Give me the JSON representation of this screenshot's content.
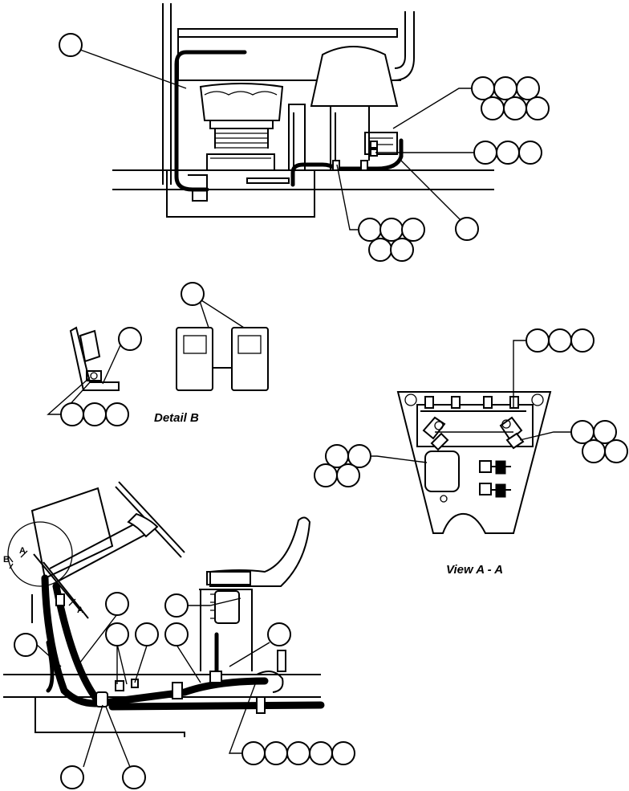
{
  "captions": {
    "detail_b": "Detail B",
    "view_a_a": "View A - A"
  },
  "section_markers": {
    "a_upper": "A",
    "a_lower": "A",
    "b": "B"
  }
}
